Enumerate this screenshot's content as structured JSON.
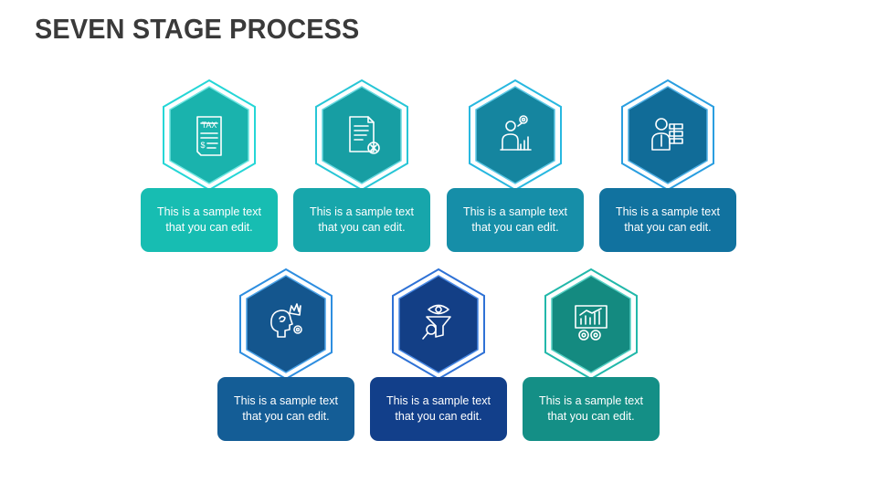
{
  "title": "SEVEN STAGE PROCESS",
  "stages": [
    {
      "text_line1": "This is a sample text",
      "text_line2": "that you can edit.",
      "icon": "tax-document-icon",
      "color": "#17bdb2",
      "hex_fill": "#1ab3ad",
      "outline": "#25d6d6"
    },
    {
      "text_line1": "This is a sample text",
      "text_line2": "that you can edit.",
      "icon": "rejected-document-icon",
      "color": "#17a6ab",
      "hex_fill": "#179ea3",
      "outline": "#28c6d6"
    },
    {
      "text_line1": "This is a sample text",
      "text_line2": "that you can edit.",
      "icon": "analyst-chart-icon",
      "color": "#168ea8",
      "hex_fill": "#15859f",
      "outline": "#28b8e0"
    },
    {
      "text_line1": "This is a sample text",
      "text_line2": "that you can edit.",
      "icon": "person-checklist-icon",
      "color": "#11729f",
      "hex_fill": "#116c98",
      "outline": "#2a9ee0"
    },
    {
      "text_line1": "This is a sample text",
      "text_line2": "that you can edit.",
      "icon": "thinking-person-icon",
      "color": "#145d96",
      "hex_fill": "#14568e",
      "outline": "#2e8ee0"
    },
    {
      "text_line1": "This is a sample text",
      "text_line2": "that you can edit.",
      "icon": "funnel-search-icon",
      "color": "#123f8a",
      "hex_fill": "#133f86",
      "outline": "#2f72d6"
    },
    {
      "text_line1": "This is a sample text",
      "text_line2": "that you can edit.",
      "icon": "growth-gears-icon",
      "color": "#148f86",
      "hex_fill": "#148a80",
      "outline": "#22b8aa"
    }
  ]
}
